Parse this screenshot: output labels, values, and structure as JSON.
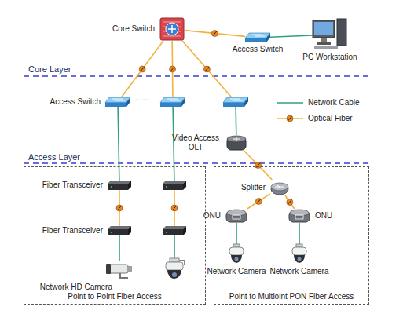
{
  "diagram": {
    "nodes": [
      {
        "text": [
          "Core Switch"
        ]
      },
      {
        "text": [
          "Access Switch"
        ]
      },
      {
        "text": [
          "PC Workstation"
        ]
      },
      {
        "text": [
          "Access Switch"
        ]
      },
      {
        "text": []
      },
      {
        "text": []
      },
      {
        "text": [
          "Video Access OLT"
        ]
      },
      {
        "text": [
          "Point to Point Fiber Access"
        ]
      },
      {
        "text": [
          "Fiber Transceiver"
        ],
        "in": 7
      },
      {
        "text": [],
        "in": 7
      },
      {
        "text": [
          "Fiber Transceiver"
        ],
        "in": 7
      },
      {
        "text": [],
        "in": 7
      },
      {
        "text": [
          "Network HD Camera"
        ],
        "in": 7
      },
      {
        "text": [],
        "in": 7
      },
      {
        "text": [
          "Point to Multioint PON Fiber Access"
        ]
      },
      {
        "text": [
          "Splitter"
        ],
        "in": 14
      },
      {
        "text": [
          "ONU"
        ],
        "in": 14
      },
      {
        "text": [
          "ONU"
        ],
        "in": 14
      },
      {
        "text": [
          "Network Camera"
        ],
        "in": 14
      },
      {
        "text": [
          "Network Camera"
        ],
        "in": 14
      }
    ],
    "edges": [
      {
        "from": 0,
        "to": 1,
        "arrow": "none"
      },
      {
        "from": 1,
        "to": 2,
        "arrow": "none"
      },
      {
        "from": 0,
        "to": 3,
        "arrow": "none"
      },
      {
        "from": 0,
        "to": 4,
        "arrow": "none"
      },
      {
        "from": 0,
        "to": 5,
        "arrow": "none"
      },
      {
        "from": 3,
        "to": 8,
        "arrow": "none"
      },
      {
        "from": 4,
        "to": 9,
        "arrow": "none"
      },
      {
        "from": 8,
        "to": 10,
        "arrow": "none"
      },
      {
        "from": 9,
        "to": 11,
        "arrow": "none"
      },
      {
        "from": 10,
        "to": 12,
        "arrow": "none"
      },
      {
        "from": 11,
        "to": 13,
        "arrow": "none"
      },
      {
        "from": 5,
        "to": 6,
        "arrow": "none"
      },
      {
        "from": 6,
        "to": 15,
        "arrow": "none"
      },
      {
        "from": 15,
        "to": 16,
        "arrow": "none"
      },
      {
        "from": 15,
        "to": 17,
        "arrow": "none"
      },
      {
        "from": 16,
        "to": 18,
        "arrow": "none"
      },
      {
        "from": 17,
        "to": 19,
        "arrow": "none"
      }
    ],
    "labels": [
      "Core Layer",
      "Access Layer",
      "......"
    ],
    "legend": [
      {
        "text": "Network Cable"
      },
      {
        "text": "Optical Fiber"
      }
    ]
  }
}
